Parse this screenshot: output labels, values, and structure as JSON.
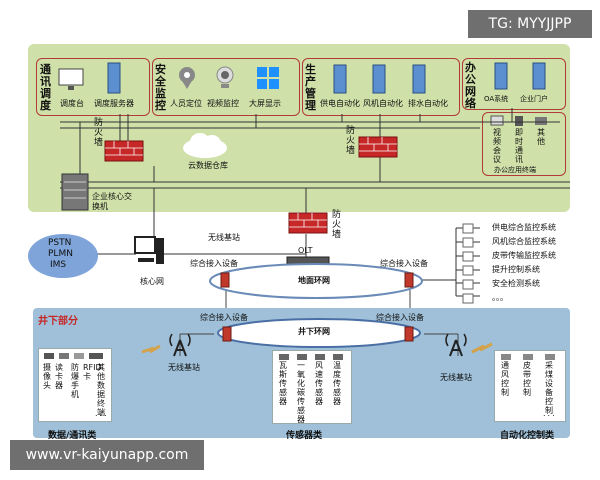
{
  "watermark_top": "TG: MYYJJPP",
  "watermark_bottom": "www.vr-kaiyunapp.com",
  "top": {
    "comm": {
      "title": "通讯调度",
      "items": [
        "调度台",
        "调度服务器"
      ]
    },
    "safety": {
      "title": "安全监控",
      "items": [
        "人员定位",
        "视频监控",
        "大屏显示"
      ]
    },
    "prod": {
      "title": "生产管理",
      "items": [
        "供电自动化",
        "风机自动化",
        "排水自动化"
      ]
    },
    "office": {
      "title": "办公网络",
      "items": [
        "OA系统",
        "企业门户"
      ],
      "apps": [
        "视频会议",
        "即时通讯",
        "其他"
      ],
      "apps_label": "办公应用终端"
    },
    "firewall": "防火墙",
    "cloud": "云数据仓库",
    "core_switch": "企业核心交换机"
  },
  "middle": {
    "firewall": "防火墙",
    "wireless": "无线基站",
    "olt": "OLT",
    "access_left": "综合接入设备",
    "access_right": "综合接入设备",
    "ring": "地面环网",
    "core_net": "核心网",
    "pstn": [
      "PSTN",
      "PLMN",
      "IMS"
    ],
    "systems": [
      "供电综合监控系统",
      "风机综合监控系统",
      "皮带传输监控系统",
      "提升控制系统",
      "安全检测系统",
      "。。。"
    ]
  },
  "under": {
    "title": "井下部分",
    "access": [
      "综合接入设备",
      "综合接入设备"
    ],
    "ring": "井下环网",
    "wireless_left": "无线基站",
    "wireless_right": "无线基站",
    "data_items": [
      "摄像头",
      "读卡器",
      "防爆手机",
      "RFID卡",
      "其他数据终端"
    ],
    "data_dots": "...",
    "data_label": "数据/通讯类",
    "sensor_items": [
      "瓦斯传感器",
      "一氧化碳传感器",
      "风速传感器",
      "温度传感器"
    ],
    "sensor_label": "传感器类",
    "auto_items": [
      "通风控制",
      "皮带控制",
      "采煤设备控制"
    ],
    "auto_dots": "...",
    "auto_label": "自动化控制类"
  }
}
